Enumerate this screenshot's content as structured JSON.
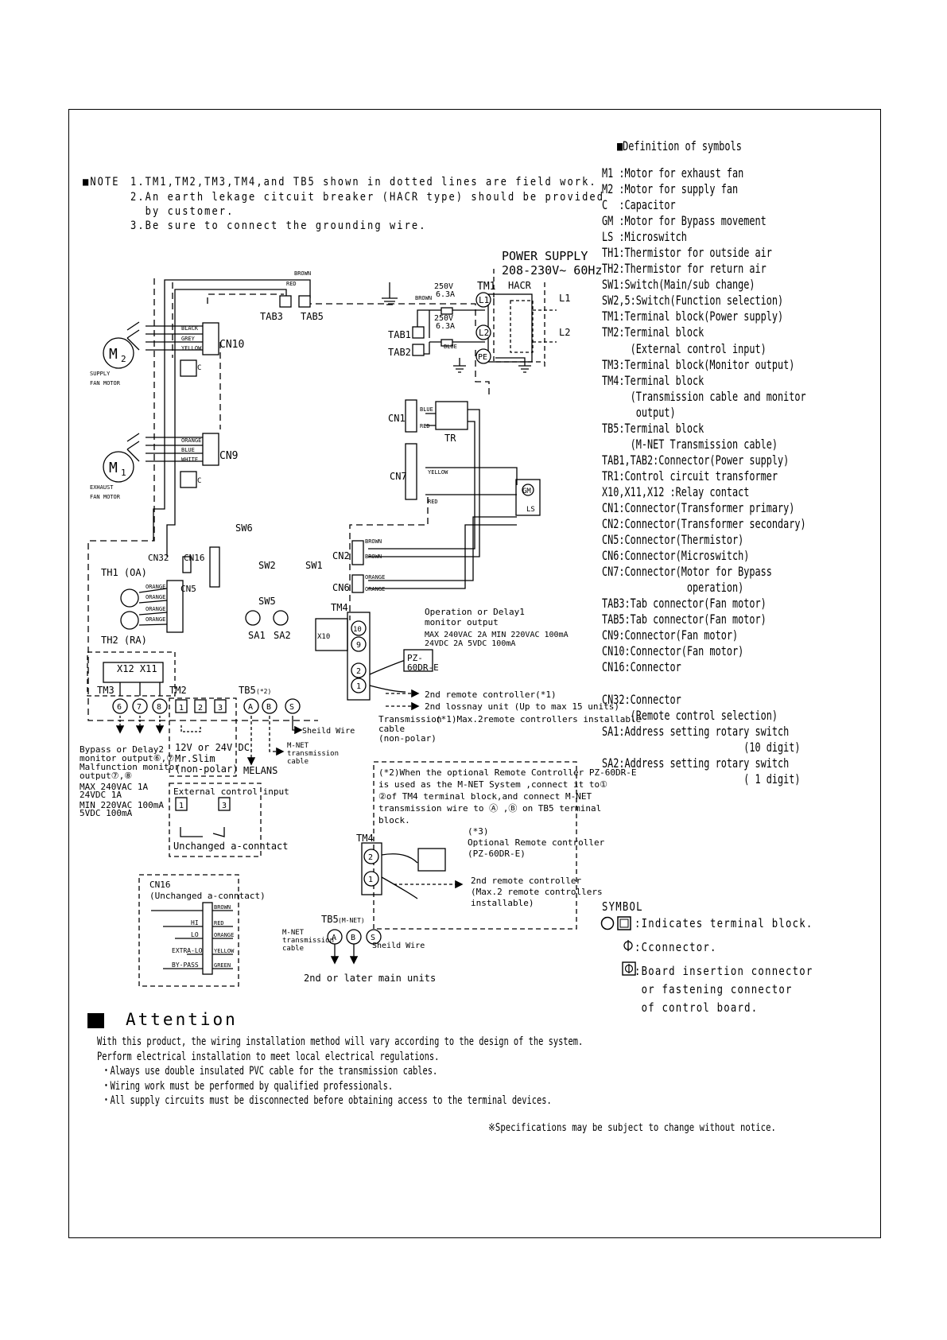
{
  "notes": {
    "heading": "■NOTE",
    "items": [
      "1.TM1,TM2,TM3,TM4,and TB5 shown in dotted lines are field work.",
      "2.An earth lekage citcuit breaker (HACR type) should be provided",
      "  by customer.",
      "3.Be sure to connect the grounding wire."
    ]
  },
  "definitions": {
    "heading": "■Definition of symbols",
    "items": [
      "M1 :Motor for exhaust fan",
      "M2 :Motor for supply fan",
      "C  :Capacitor",
      "GM :Motor for Bypass movement",
      "LS :Microswitch",
      "TH1:Thermistor for outside air",
      "TH2:Thermistor for return air",
      "SW1:Switch(Main/sub change)",
      "SW2,5:Switch(Function selection)",
      "TM1:Terminal block(Power supply)",
      "TM2:Terminal block",
      "     (External control input)",
      "TM3:Terminal block(Monitor output)",
      "TM4:Terminal block",
      "     (Transmission cable and monitor",
      "      output)",
      "TB5:Terminal block",
      "     (M-NET Transmission cable)",
      "TAB1,TAB2:Connector(Power supply)",
      "TR1:Control circuit transformer",
      "X10,X11,X12 :Relay contact",
      "CN1:Connector(Transformer primary)",
      "CN2:Connector(Transformer secondary)",
      "CN5:Connector(Thermistor)",
      "CN6:Connector(Microswitch)",
      "CN7:Connector(Motor for Bypass",
      "               operation)",
      "TAB3:Tab connector(Fan motor)",
      "TAB5:Tab connector(Fan motor)",
      "CN9:Connector(Fan motor)",
      "CN10:Connector(Fan motor)",
      "CN16:Connector",
      "",
      "CN32:Connector",
      "     (Remote control selection)",
      "SA1:Address setting rotary switch",
      "                         (10 digit)",
      "SA2:Address setting rotary switch",
      "                         ( 1 digit)"
    ]
  },
  "symbols": {
    "heading": "SYMBOL",
    "terminal_block": ":Indicates terminal block.",
    "connector": ":Cconnector.",
    "board_connector_lines": [
      ":Board insertion connector",
      " or fastening connector",
      " of control board."
    ]
  },
  "attention": {
    "heading": "Attention",
    "lines": [
      "With this product, the wiring installation method will vary according to the design of the system.",
      "Perform electrical installation to meet local electrical regulations.",
      " ・Always use double insulated PVC cable for the transmission cables.",
      " ・Wiring work must be performed by qualified professionals.",
      " ・All supply circuits must be disconnected before obtaining access to the terminal devices."
    ],
    "footnote": "※Specifications may be subject to change without notice."
  },
  "diagram": {
    "power_supply": "POWER SUPPLY",
    "power_rating": "208-230V~ 60Hz",
    "tm1": "TM1",
    "hacr": "HACR",
    "fuse_rating": "250V",
    "fuse_amp": "6.3A",
    "l1": "L1",
    "l2": "L2",
    "pe": "PE",
    "brown": "BROWN",
    "red": "RED",
    "blue": "BLUE",
    "black": "BLACK",
    "grey": "GREY",
    "yellow": "YELLOW",
    "orange": "ORANGE",
    "white": "WHITE",
    "green": "GREEN",
    "tab1": "TAB1",
    "tab2": "TAB2",
    "tab3": "TAB3",
    "tab5": "TAB5",
    "cn10": "CN10",
    "cn9": "CN9",
    "cn1": "CN1",
    "cn7": "CN7",
    "cn2": "CN2",
    "cn6": "CN6",
    "cn5": "CN5",
    "cn32": "CN32",
    "cn16": "CN16",
    "tr": "TR",
    "gm": "GM",
    "ls": "LS",
    "m2": "M",
    "m2_sub": "2",
    "m1": "M",
    "m1_sub": "1",
    "c": "C",
    "supply_fan_1": "SUPPLY",
    "supply_fan_2": "FAN MOTOR",
    "exhaust_fan_1": "EXHAUST",
    "exhaust_fan_2": "FAN MOTOR",
    "sw6": "SW6",
    "sw2": "SW2",
    "sw1": "SW1",
    "sw5": "SW5",
    "sa1": "SA1",
    "sa2": "SA2",
    "th1": "TH1 (OA)",
    "th2": "TH2 (RA)",
    "x12x11": "X12 X11",
    "x10": "X10",
    "tm3": "TM3",
    "tm2": "TM2",
    "tm4": "TM4",
    "tb5": "TB5",
    "tb5_note": "(*2)",
    "t6": "6",
    "t7": "7",
    "t8": "8",
    "t1": "1",
    "t2": "2",
    "t3": "3",
    "t10": "10",
    "t9": "9",
    "ta": "A",
    "tb": "B",
    "ts": "S",
    "op_1": "Operation or Delay1",
    "op_2": "monitor output",
    "op_3": "MAX 240VAC 2A  MIN 220VAC 100mA",
    "op_4": "     24VDC 2A          5VDC 100mA",
    "pz_1": "PZ-",
    "pz_2": "60DR-E",
    "remote_1": "2nd remote controller(*1)",
    "remote_2": "2nd lossnay unit (Up to max 15 units)",
    "remote_3": "(*1)Max.2remote controllers installable",
    "trans_1": "Transmission",
    "trans_2": "cable",
    "trans_3": "(non-polar)",
    "shield": "Sheild Wire",
    "mnet_1": "M-NET",
    "mnet_2": "transmission",
    "mnet_3": "cable",
    "melans": "MELANS",
    "mrslim_1": "12V or 24V DC",
    "mrslim_2": "Mr.Slim",
    "mrslim_3": "(non-polar)",
    "bypass_1": "Bypass or Delay2",
    "bypass_2": "monitor output⑥,⑦",
    "bypass_3": "Malfunction monitor",
    "bypass_4": "output⑦,⑧",
    "bypass_5": "MAX 240VAC 1A",
    "bypass_6": "     24VDC 1A",
    "bypass_7": "MIN 220VAC 100mA",
    "bypass_8": "      5VDC 100mA",
    "ext_1": "External control input",
    "ext_2": "Unchanged a-conntact",
    "cn16_box_1": "CN16",
    "cn16_box_2": "(Unchanged a-conntact)",
    "hi": "HI",
    "lo": "LO",
    "extra_lo": "EXTRA-LO",
    "by_pass": "BY-PASS",
    "note2_1": "(*2)When the optional Remote Controller PZ-60DR-E",
    "note2_2": "    is used as the M-NET System ,connect it to①",
    "note2_3": "    ②of TM4 terminal block,and connect M-NET",
    "note2_4": "    transmission wire to Ⓐ ,Ⓑ on TB5 terminal",
    "note2_5": "    block.",
    "opt_1": "(*3)",
    "opt_2": "Optional Remote controller",
    "opt_3": "(PZ-60DR-E)",
    "opt_r1": "2nd remote controller",
    "opt_r2": "(Max.2 remote controllers",
    "opt_r3": " installable)",
    "tb5_mnet": "TB5",
    "tb5_mnet_sub": "(M-NET)",
    "later_units": "2nd or later main units"
  }
}
